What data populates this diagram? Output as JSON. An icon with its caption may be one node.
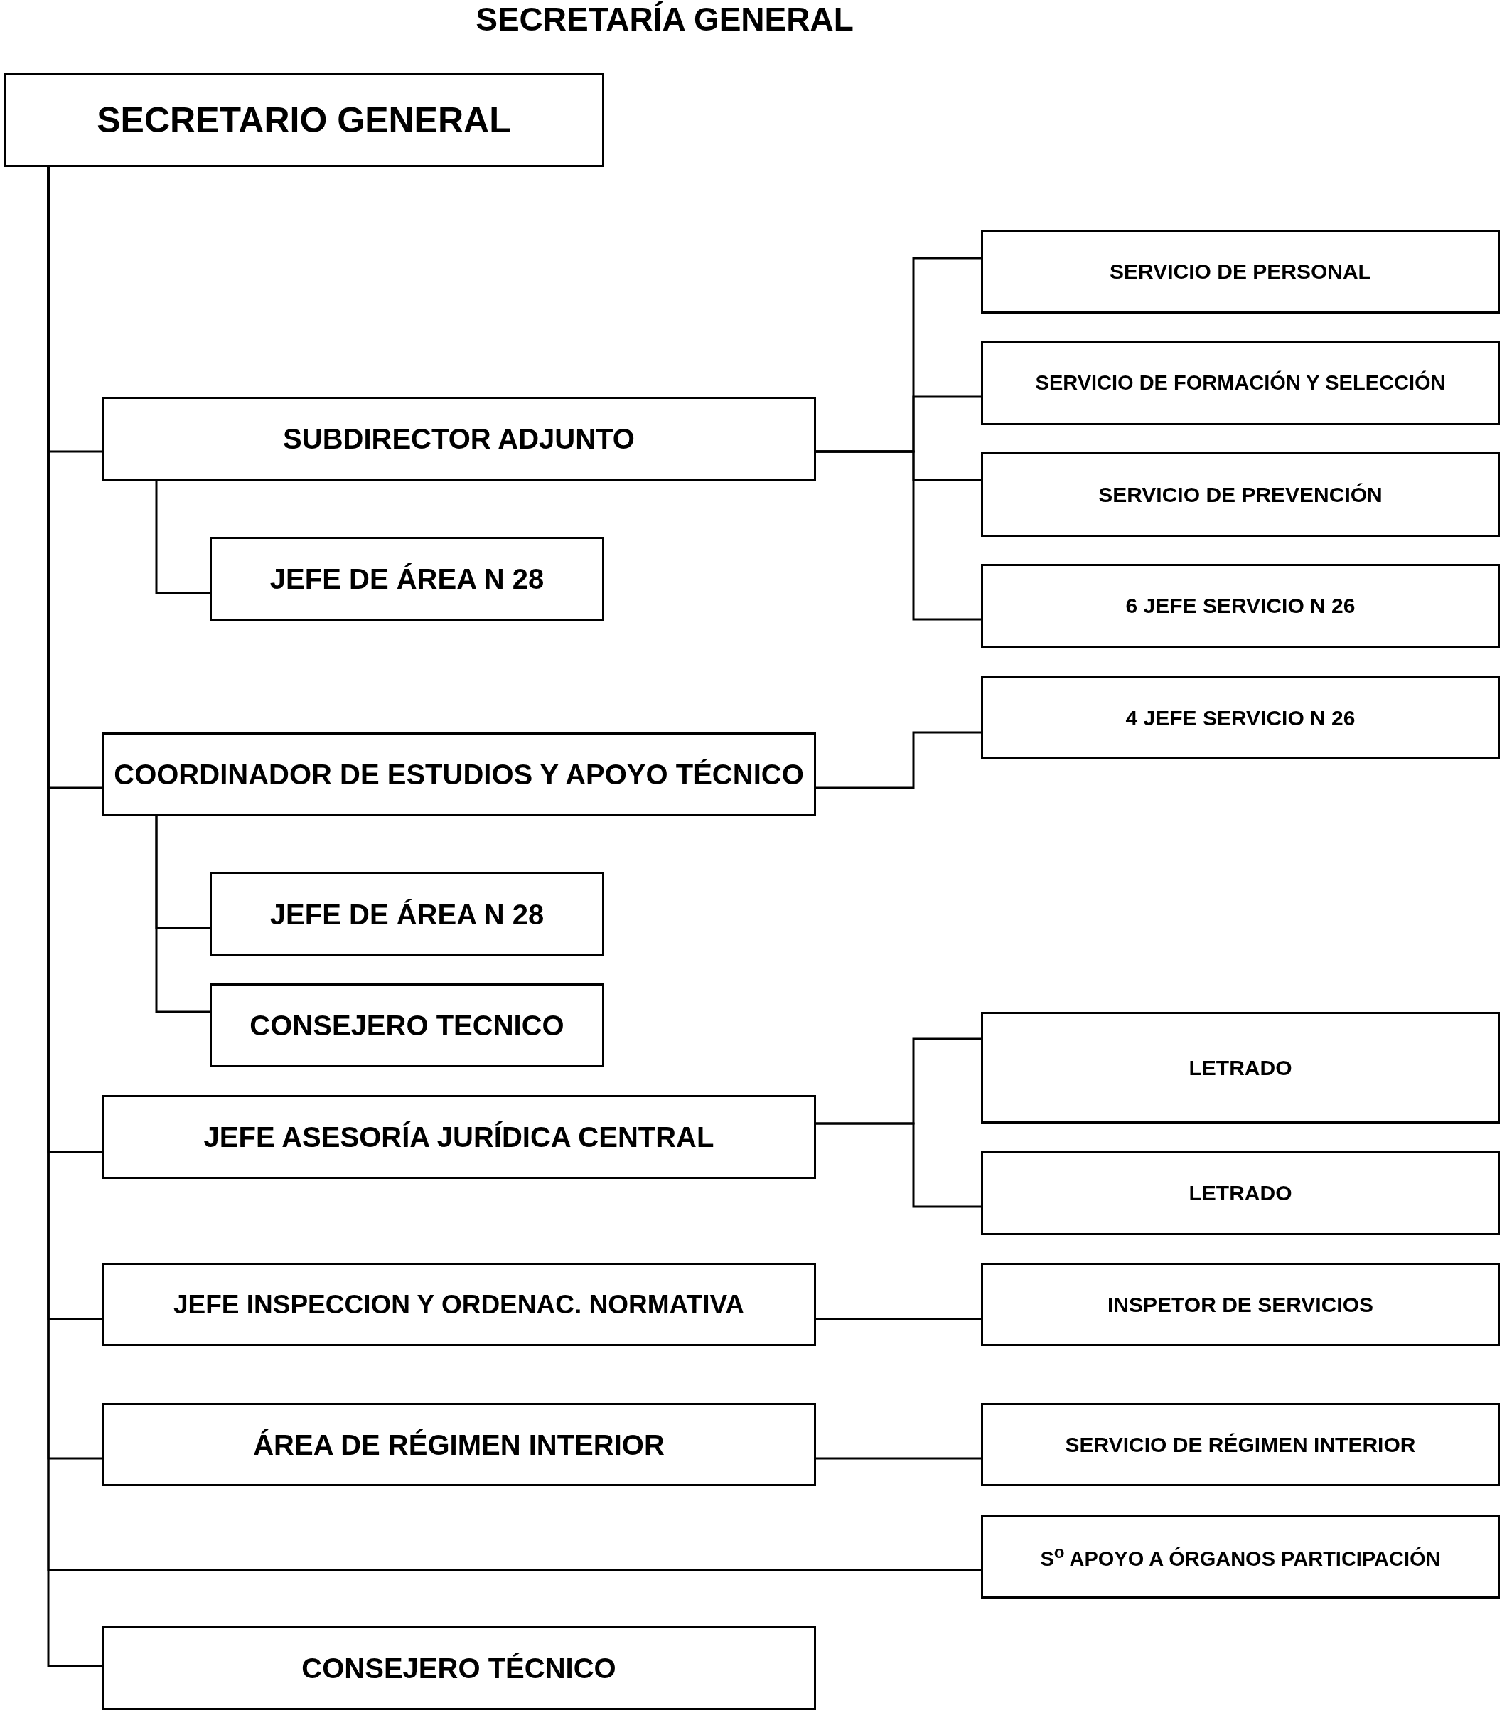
{
  "diagram": {
    "title": "SECRETARÍA GENERAL",
    "nodes": [
      {
        "text": [
          "SECRETARIO GENERAL"
        ]
      },
      {
        "text": [
          "SUBDIRECTOR ADJUNTO"
        ]
      },
      {
        "text": [
          "JEFE DE ÁREA N 28"
        ]
      },
      {
        "text": [
          "COORDINADOR DE ESTUDIOS Y APOYO TÉCNICO"
        ]
      },
      {
        "text": [
          "JEFE DE ÁREA N 28"
        ]
      },
      {
        "text": [
          "CONSEJERO TECNICO"
        ]
      },
      {
        "text": [
          "JEFE ASESORÍA JURÍDICA CENTRAL"
        ]
      },
      {
        "text": [
          "JEFE INSPECCION Y ORDENAC. NORMATIVA"
        ]
      },
      {
        "text": [
          "ÁREA DE RÉGIMEN INTERIOR"
        ]
      },
      {
        "text": [
          "CONSEJERO TÉCNICO"
        ]
      },
      {
        "text": [
          "SERVICIO DE PERSONAL"
        ]
      },
      {
        "text": [
          "SERVICIO DE FORMACIÓN Y SELECCIÓN"
        ]
      },
      {
        "text": [
          "SERVICIO DE PREVENCIÓN"
        ]
      },
      {
        "text": [
          "6 JEFE SERVICIO N 26"
        ]
      },
      {
        "text": [
          "4 JEFE SERVICIO N 26"
        ]
      },
      {
        "text": [
          "LETRADO"
        ]
      },
      {
        "text": [
          "LETRADO"
        ]
      },
      {
        "text": [
          "INSPETOR DE SERVICIOS"
        ]
      },
      {
        "text": [
          "SERVICIO DE RÉGIMEN INTERIOR"
        ]
      },
      {
        "text": [
          "S$^{o}$ APOYO A ÓRGANOS PARTICIPACIÓN"
        ]
      }
    ],
    "edges": [
      {
        "from": 0,
        "to": 1,
        "arrow": "none"
      },
      {
        "from": 0,
        "to": 3,
        "arrow": "none"
      },
      {
        "from": 0,
        "to": 6,
        "arrow": "none"
      },
      {
        "from": 0,
        "to": 7,
        "arrow": "none"
      },
      {
        "from": 0,
        "to": 8,
        "arrow": "none"
      },
      {
        "from": 0,
        "to": 19,
        "arrow": "none"
      },
      {
        "from": 0,
        "to": 9,
        "arrow": "none"
      },
      {
        "from": 1,
        "to": 2,
        "arrow": "none"
      },
      {
        "from": 3,
        "to": 4,
        "arrow": "none"
      },
      {
        "from": 3,
        "to": 5,
        "arrow": "none"
      },
      {
        "from": 1,
        "to": 10,
        "arrow": "none"
      },
      {
        "from": 1,
        "to": 11,
        "arrow": "none"
      },
      {
        "from": 1,
        "to": 12,
        "arrow": "none"
      },
      {
        "from": 1,
        "to": 13,
        "arrow": "none"
      },
      {
        "from": 3,
        "to": 14,
        "arrow": "none"
      },
      {
        "from": 6,
        "to": 15,
        "arrow": "none"
      },
      {
        "from": 6,
        "to": 16,
        "arrow": "none"
      },
      {
        "from": 7,
        "to": 17,
        "arrow": "none"
      },
      {
        "from": 8,
        "to": 18,
        "arrow": "none"
      }
    ]
  }
}
